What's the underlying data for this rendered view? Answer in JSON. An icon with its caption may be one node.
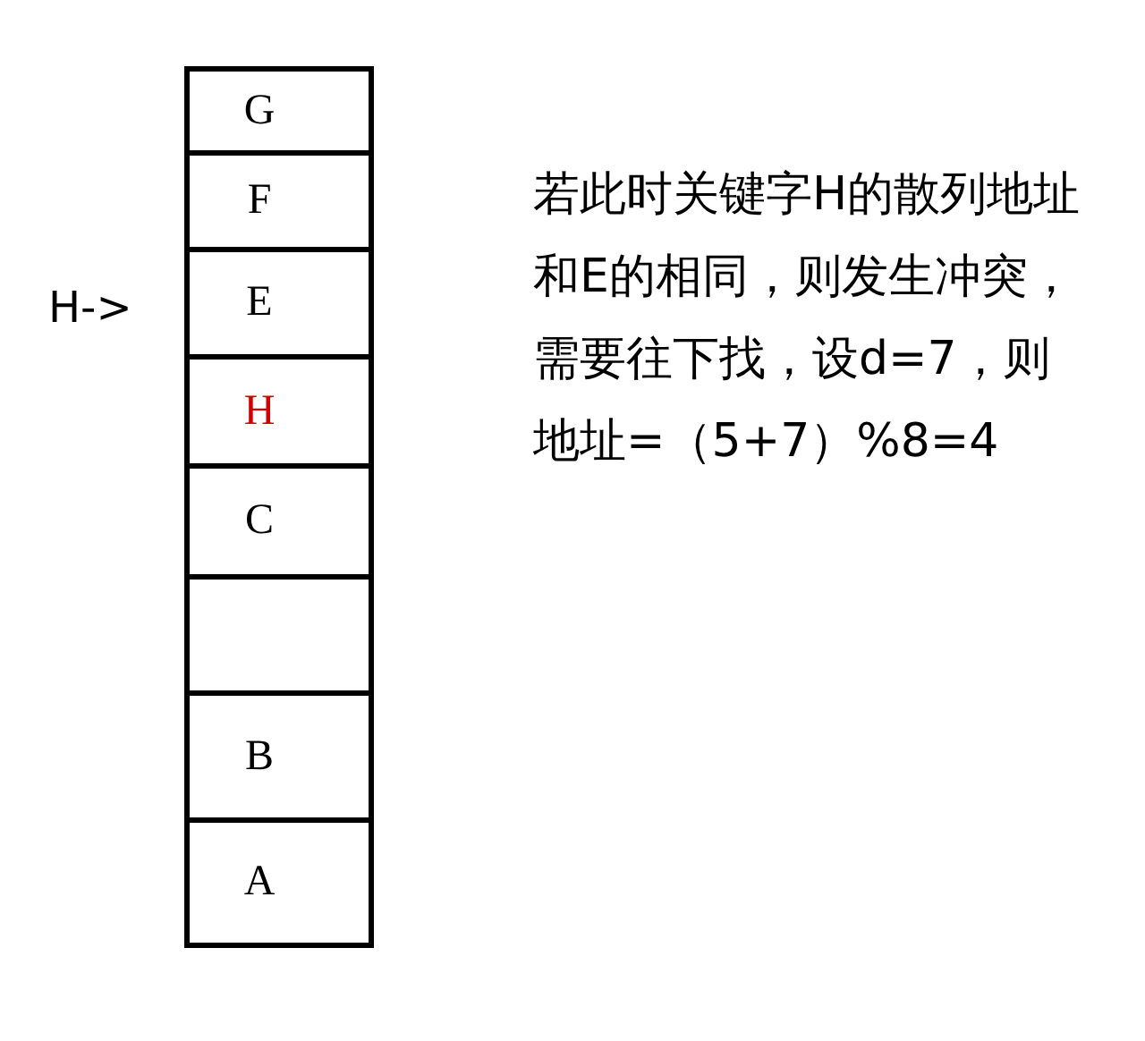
{
  "diagram": {
    "nodes": [
      {
        "text": [
          "G"
        ]
      },
      {
        "text": [
          "F"
        ]
      },
      {
        "text": [
          "E"
        ]
      },
      {
        "text": [
          "H"
        ]
      },
      {
        "text": [
          "C"
        ]
      },
      {
        "text": [],
        "shape": "box"
      },
      {
        "text": [
          "B"
        ]
      },
      {
        "text": [
          "A"
        ]
      }
    ],
    "labels": [
      "H->",
      "若此时关键字H的散列地址和E的相同，则发生冲突，需要往下找，设d=7，则地址=（5+7）%8=4"
    ]
  }
}
